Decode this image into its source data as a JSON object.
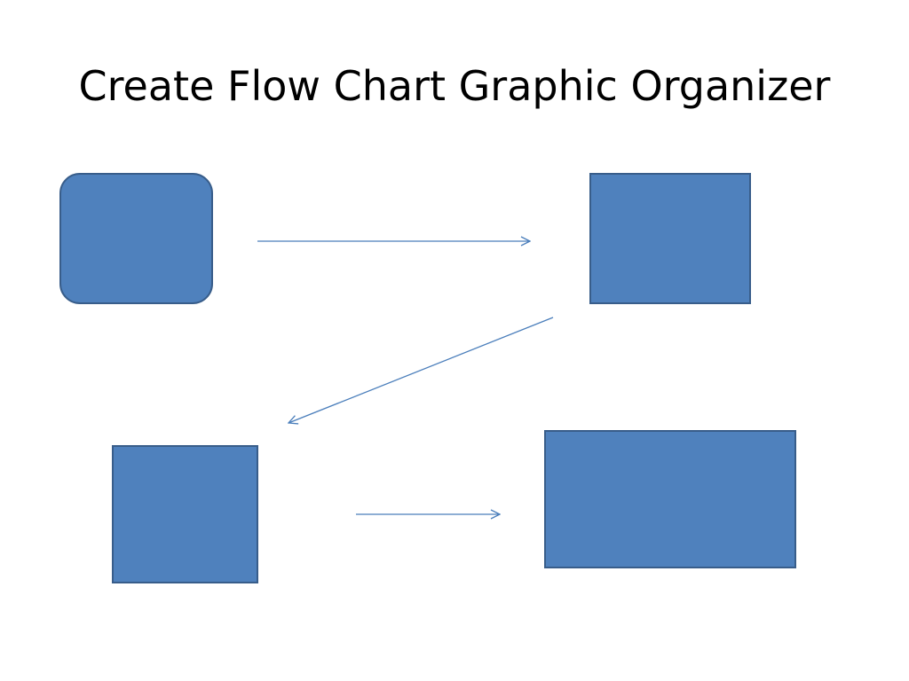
{
  "slide": {
    "title": "Create Flow Chart Graphic Organizer"
  },
  "colors": {
    "shape_fill": "#4f81bd",
    "shape_stroke": "#385d8a",
    "connector": "#4a7ebb",
    "background": "#ffffff"
  },
  "shapes": [
    {
      "id": "start-box",
      "kind": "rounded-rectangle"
    },
    {
      "id": "step-box-2",
      "kind": "rectangle"
    },
    {
      "id": "step-box-3",
      "kind": "rectangle"
    },
    {
      "id": "end-box",
      "kind": "rectangle"
    }
  ],
  "connectors": [
    {
      "id": "arrow-1",
      "from": "start-box",
      "to": "step-box-2"
    },
    {
      "id": "arrow-2",
      "from": "step-box-2",
      "to": "step-box-3"
    },
    {
      "id": "arrow-3",
      "from": "step-box-3",
      "to": "end-box"
    }
  ]
}
